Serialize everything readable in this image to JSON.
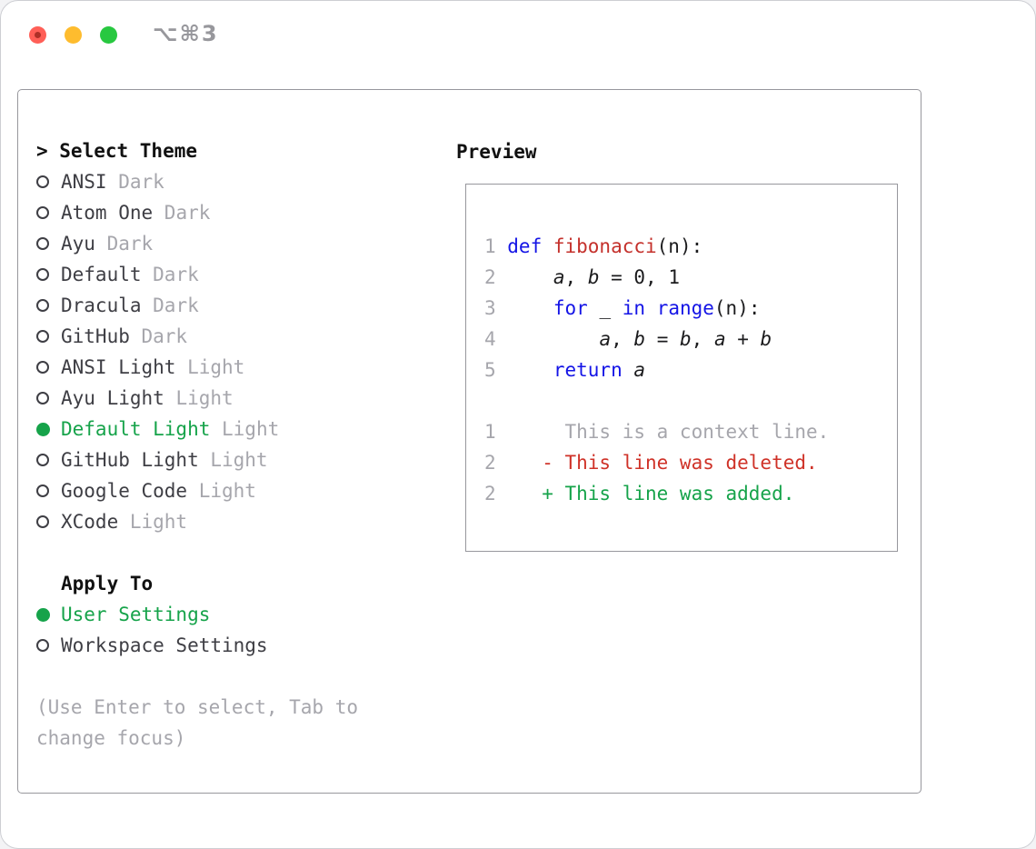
{
  "titlebar": {
    "shortcut": "⌥⌘3",
    "window_controls": [
      "close",
      "minimize",
      "zoom"
    ]
  },
  "theme_selector": {
    "title": "> Select Theme",
    "items": [
      {
        "name": "ANSI",
        "variant": "Dark",
        "selected": false
      },
      {
        "name": "Atom One",
        "variant": "Dark",
        "selected": false
      },
      {
        "name": "Ayu",
        "variant": "Dark",
        "selected": false
      },
      {
        "name": "Default",
        "variant": "Dark",
        "selected": false
      },
      {
        "name": "Dracula",
        "variant": "Dark",
        "selected": false
      },
      {
        "name": "GitHub",
        "variant": "Dark",
        "selected": false
      },
      {
        "name": "ANSI Light",
        "variant": "Light",
        "selected": false
      },
      {
        "name": "Ayu Light",
        "variant": "Light",
        "selected": false
      },
      {
        "name": "Default Light",
        "variant": "Light",
        "selected": true
      },
      {
        "name": "GitHub Light",
        "variant": "Light",
        "selected": false
      },
      {
        "name": "Google Code",
        "variant": "Light",
        "selected": false
      },
      {
        "name": "XCode",
        "variant": "Light",
        "selected": false
      }
    ],
    "apply_to": {
      "title": "Apply To",
      "options": [
        {
          "label": "User Settings",
          "selected": true
        },
        {
          "label": "Workspace Settings",
          "selected": false
        }
      ]
    },
    "hint": "(Use Enter to select, Tab to change focus)"
  },
  "preview": {
    "title": "Preview",
    "code_lines": [
      {
        "num": "1",
        "tokens": [
          {
            "t": "def ",
            "c": "kw"
          },
          {
            "t": "fibonacci",
            "c": "fn"
          },
          {
            "t": "(n):",
            "c": "pl"
          }
        ]
      },
      {
        "num": "2",
        "tokens": [
          {
            "t": "    ",
            "c": "pl"
          },
          {
            "t": "a",
            "c": "var"
          },
          {
            "t": ", ",
            "c": "pl"
          },
          {
            "t": "b",
            "c": "var"
          },
          {
            "t": " = 0, 1",
            "c": "pl"
          }
        ]
      },
      {
        "num": "3",
        "tokens": [
          {
            "t": "    ",
            "c": "pl"
          },
          {
            "t": "for",
            "c": "kw"
          },
          {
            "t": " _ ",
            "c": "pl"
          },
          {
            "t": "in",
            "c": "kw"
          },
          {
            "t": " ",
            "c": "pl"
          },
          {
            "t": "range",
            "c": "kw"
          },
          {
            "t": "(n):",
            "c": "pl"
          }
        ]
      },
      {
        "num": "4",
        "tokens": [
          {
            "t": "        ",
            "c": "pl"
          },
          {
            "t": "a",
            "c": "var"
          },
          {
            "t": ", ",
            "c": "pl"
          },
          {
            "t": "b",
            "c": "var"
          },
          {
            "t": " = ",
            "c": "pl"
          },
          {
            "t": "b",
            "c": "var"
          },
          {
            "t": ", ",
            "c": "pl"
          },
          {
            "t": "a",
            "c": "var"
          },
          {
            "t": " + ",
            "c": "pl"
          },
          {
            "t": "b",
            "c": "var"
          }
        ]
      },
      {
        "num": "5",
        "tokens": [
          {
            "t": "    ",
            "c": "pl"
          },
          {
            "t": "return",
            "c": "kw"
          },
          {
            "t": " ",
            "c": "pl"
          },
          {
            "t": "a",
            "c": "var"
          }
        ]
      }
    ],
    "diff_lines": [
      {
        "num": "1",
        "marker": " ",
        "text": "This is a context line.",
        "kind": "context"
      },
      {
        "num": "2",
        "marker": "-",
        "text": "This line was deleted.",
        "kind": "deleted"
      },
      {
        "num": "2",
        "marker": "+",
        "text": "This line was added.",
        "kind": "added"
      }
    ]
  },
  "colors": {
    "selected_green": "#16a34a",
    "added_green": "#16a34a",
    "keyword_blue": "#1414e6",
    "function_red": "#c4302b",
    "deleted_red": "#cf3228",
    "muted_gray": "#a6a6ac",
    "traffic_red": "#ff5f57",
    "traffic_yellow": "#febc2e",
    "traffic_green": "#28c840"
  }
}
